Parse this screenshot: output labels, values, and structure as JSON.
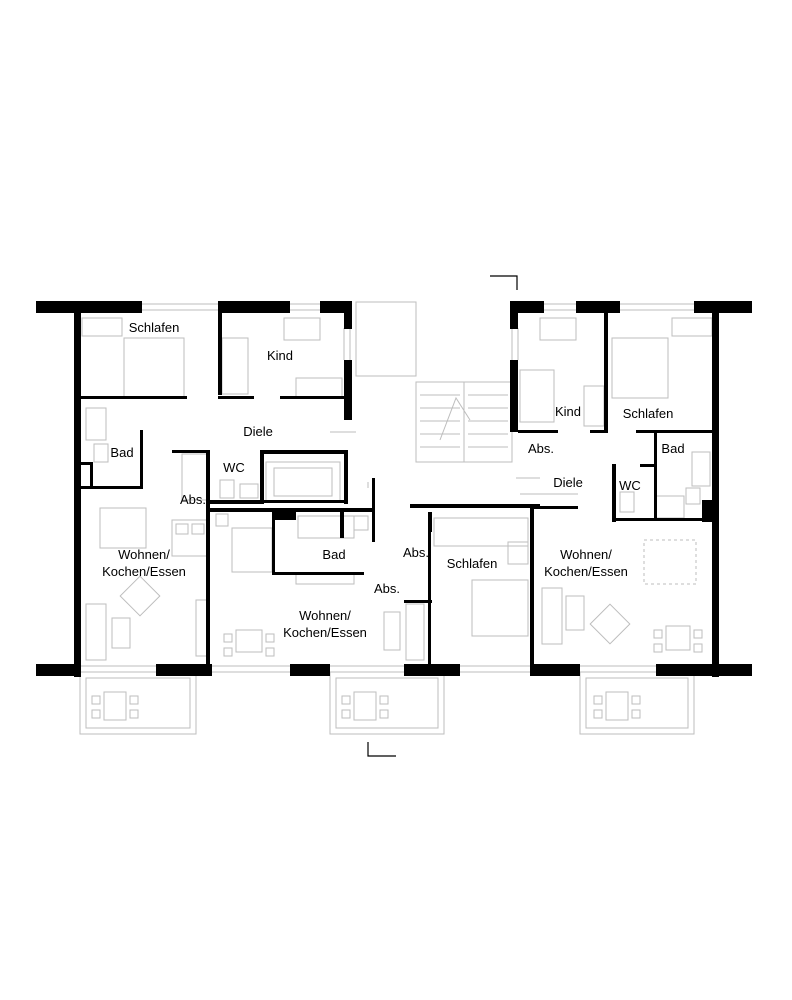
{
  "rooms": [
    {
      "id": "schlafen-left",
      "lines": [
        "Schlafen"
      ]
    },
    {
      "id": "kind-left",
      "lines": [
        "Kind"
      ]
    },
    {
      "id": "diele-left",
      "lines": [
        "Diele"
      ]
    },
    {
      "id": "bad-left",
      "lines": [
        "Bad"
      ]
    },
    {
      "id": "wc-left",
      "lines": [
        "WC"
      ]
    },
    {
      "id": "abs-left",
      "lines": [
        "Abs."
      ]
    },
    {
      "id": "wohnen-left",
      "lines": [
        "Wohnen/",
        "Kochen/Essen"
      ]
    },
    {
      "id": "bad-middle",
      "lines": [
        "Bad"
      ]
    },
    {
      "id": "abs-middle-upper",
      "lines": [
        "Abs."
      ]
    },
    {
      "id": "abs-middle-lower",
      "lines": [
        "Abs."
      ]
    },
    {
      "id": "wohnen-middle",
      "lines": [
        "Wohnen/",
        "Kochen/Essen"
      ]
    },
    {
      "id": "schlafen-middle",
      "lines": [
        "Schlafen"
      ]
    },
    {
      "id": "kind-right",
      "lines": [
        "Kind"
      ]
    },
    {
      "id": "schlafen-right",
      "lines": [
        "Schlafen"
      ]
    },
    {
      "id": "abs-right",
      "lines": [
        "Abs."
      ]
    },
    {
      "id": "bad-right",
      "lines": [
        "Bad"
      ]
    },
    {
      "id": "diele-right",
      "lines": [
        "Diele"
      ]
    },
    {
      "id": "wc-right",
      "lines": [
        "WC"
      ]
    },
    {
      "id": "wohnen-right",
      "lines": [
        "Wohnen/",
        "Kochen/Essen"
      ]
    }
  ]
}
